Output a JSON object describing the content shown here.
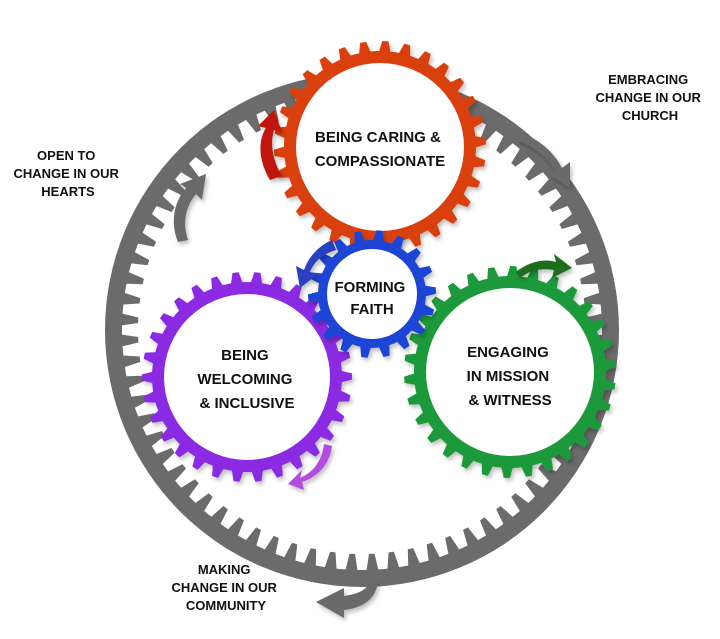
{
  "diagram": {
    "colors": {
      "ring": "#6b6b6b",
      "ring_inner": "#ffffff",
      "caring": "#d9410e",
      "faith": "#1f45d6",
      "welcoming": "#8a2be2",
      "mission": "#1e9a3a",
      "outer_arrow": "#6a6a6a"
    },
    "gears": {
      "caring": {
        "line1": "BEING CARING &",
        "line2": "COMPASSIONATE"
      },
      "faith": {
        "line1": "FORMING",
        "line2": "FAITH"
      },
      "welcoming": {
        "line1": "BEING",
        "line2": "WELCOMING",
        "line3": "& INCLUSIVE"
      },
      "mission": {
        "line1": "ENGAGING",
        "line2": "IN MISSION",
        "line3": "& WITNESS"
      }
    },
    "outer_labels": {
      "church": {
        "line1": "EMBRACING",
        "line2": "CHANGE IN OUR",
        "line3": "CHURCH"
      },
      "hearts": {
        "line1": "OPEN TO",
        "line2": "CHANGE IN OUR",
        "line3": "HEARTS"
      },
      "community": {
        "line1": "MAKING",
        "line2": "CHANGE IN OUR",
        "line3": "COMMUNITY"
      }
    }
  }
}
